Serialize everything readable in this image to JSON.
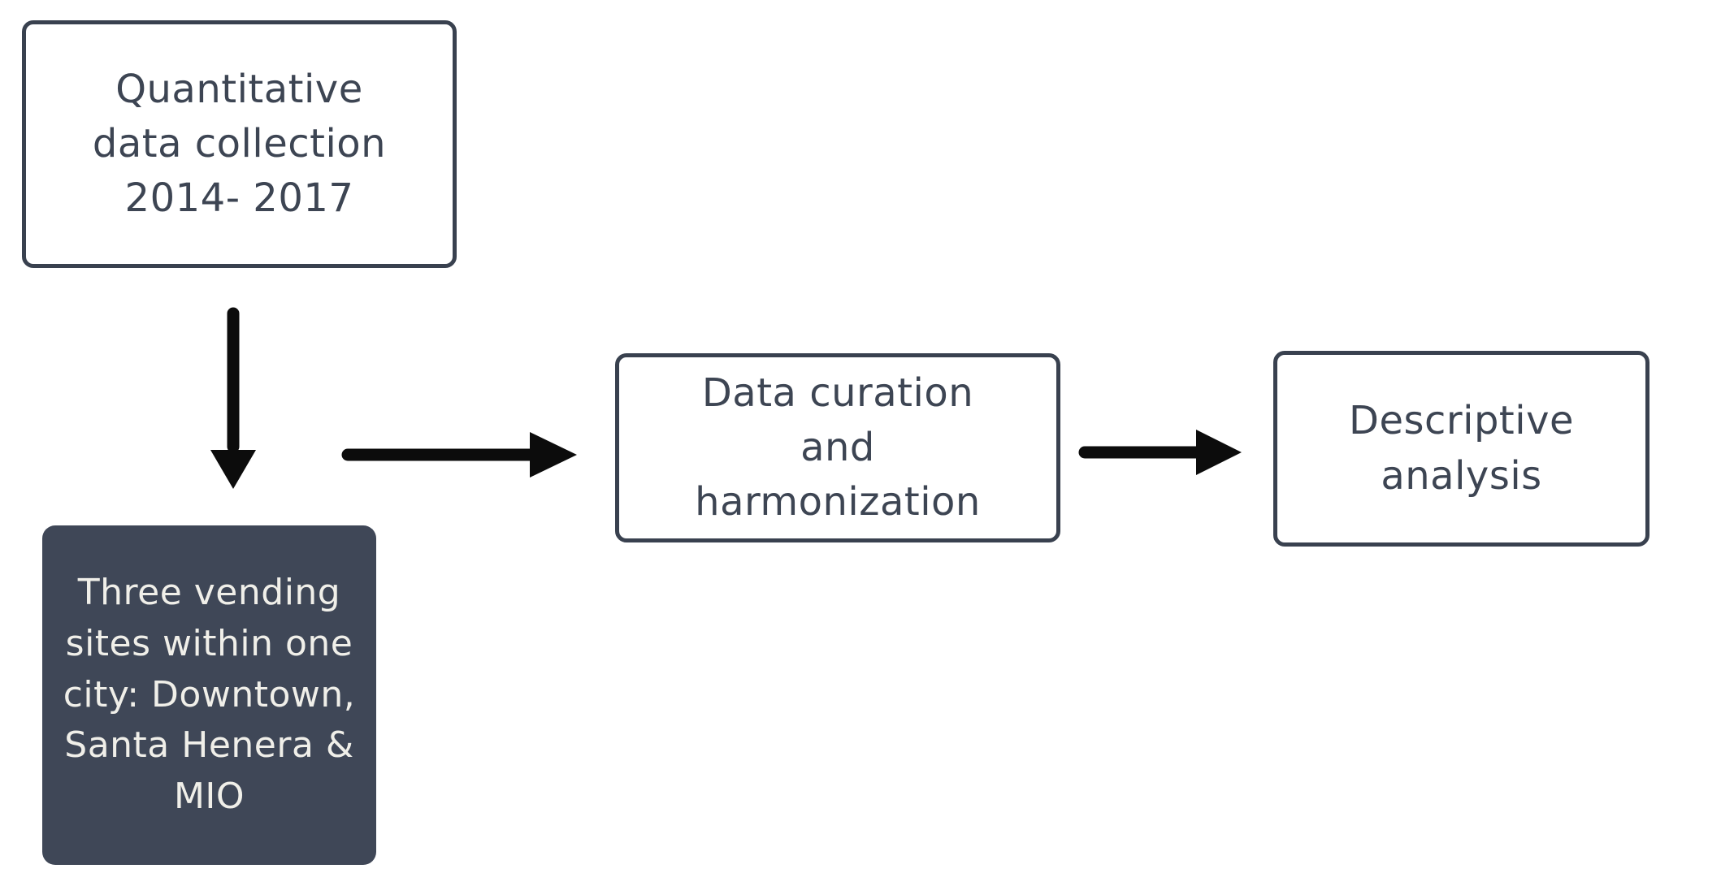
{
  "colors": {
    "background": "#ffffff",
    "box-border": "#39414f",
    "box-text": "#3d4553",
    "dark-box-bg": "#3f4757",
    "dark-box-text": "#f0efe9",
    "arrow": "#0c0c0c"
  },
  "boxes": {
    "collection": {
      "lines": [
        "Quantitative",
        "data collection",
        "2014- 2017"
      ]
    },
    "sites": {
      "lines": [
        "Three vending",
        "sites within one",
        "city: Downtown,",
        "Santa Henera &",
        "MIO"
      ]
    },
    "curation": {
      "lines": [
        "Data curation",
        "and",
        "harmonization"
      ]
    },
    "analysis": {
      "lines": [
        "Descriptive",
        "analysis"
      ]
    }
  },
  "arrows": [
    {
      "name": "arrow-down-icon",
      "direction": "down",
      "from": "collection",
      "to": "sites"
    },
    {
      "name": "arrow-right-icon",
      "direction": "right",
      "from": "collection",
      "to": "curation"
    },
    {
      "name": "arrow-right-icon",
      "direction": "right",
      "from": "curation",
      "to": "analysis"
    }
  ]
}
